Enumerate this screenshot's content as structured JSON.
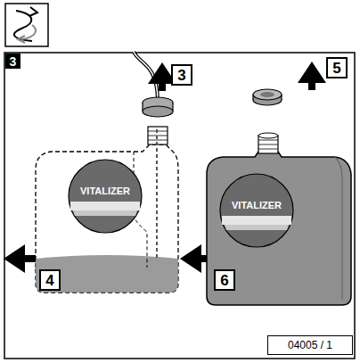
{
  "diagram": {
    "nodes": [
      {
        "text": [
          "3"
        ]
      },
      {
        "text": [
          "3"
        ]
      },
      {
        "text": [
          "5"
        ]
      },
      {
        "text": [
          "VITALIZER"
        ]
      },
      {
        "text": [
          "4"
        ]
      },
      {
        "text": [
          "VITALIZER"
        ]
      },
      {
        "text": [
          "6"
        ]
      },
      {
        "text": [
          "04005 / 1"
        ]
      }
    ]
  }
}
